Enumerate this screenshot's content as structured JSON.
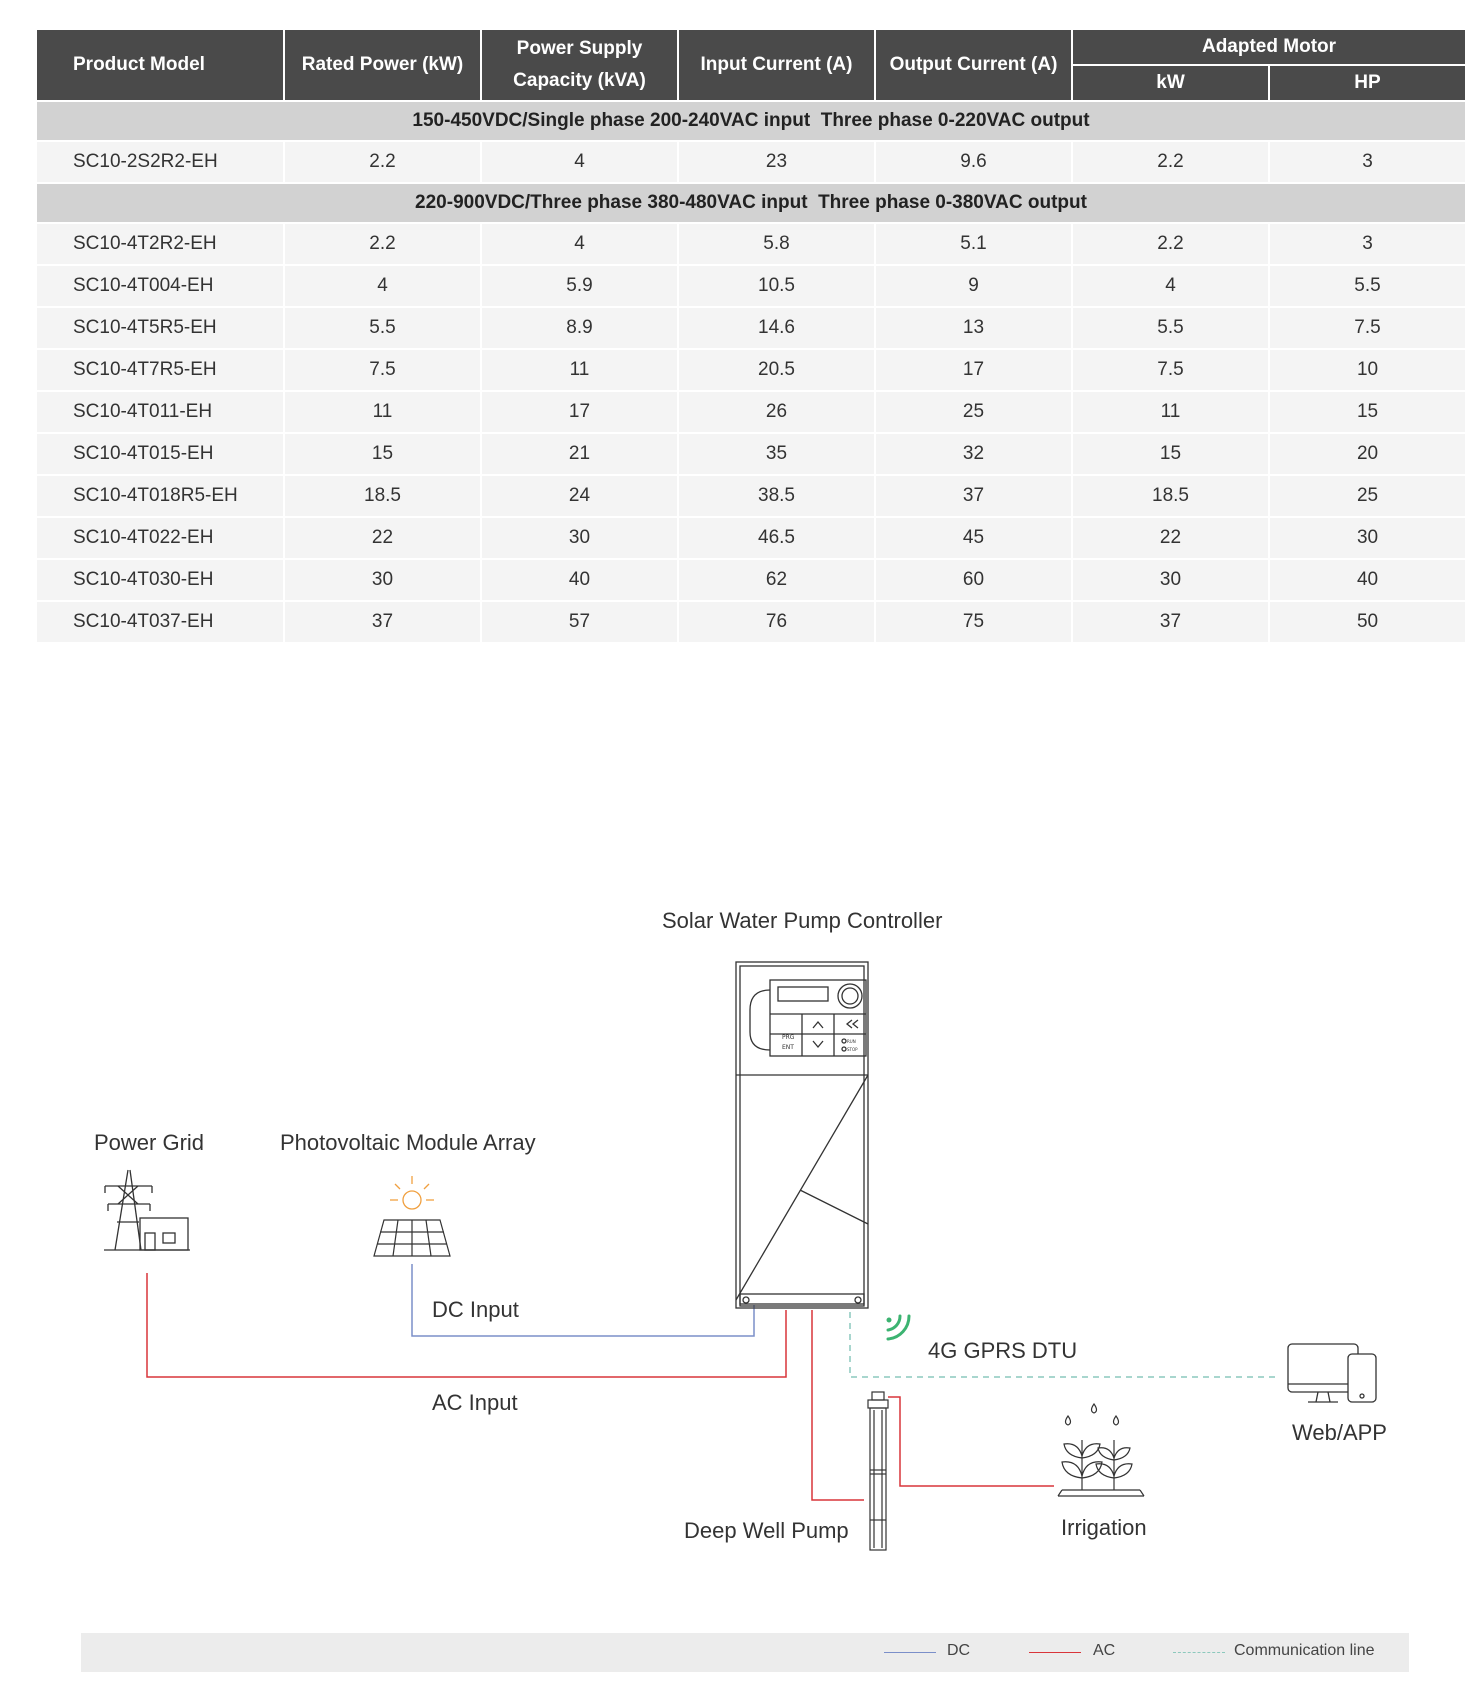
{
  "table": {
    "headers": {
      "product_model": "Product Model",
      "rated_power": "Rated Power (kW)",
      "power_supply_line1": "Power Supply",
      "power_supply_line2": "Capacity (kVA)",
      "input_current": "Input Current (A)",
      "output_current": "Output Current (A)",
      "adapted_motor": "Adapted Motor",
      "kw": "kW",
      "hp": "HP"
    },
    "sections": [
      {
        "title": "150-450VDC/Single phase 200-240VAC input  Three phase 0-220VAC output",
        "rows": [
          [
            "SC10-2S2R2-EH",
            "2.2",
            "4",
            "23",
            "9.6",
            "2.2",
            "3"
          ]
        ]
      },
      {
        "title": "220-900VDC/Three phase 380-480VAC input  Three phase 0-380VAC output",
        "rows": [
          [
            "SC10-4T2R2-EH",
            "2.2",
            "4",
            "5.8",
            "5.1",
            "2.2",
            "3"
          ],
          [
            "SC10-4T004-EH",
            "4",
            "5.9",
            "10.5",
            "9",
            "4",
            "5.5"
          ],
          [
            "SC10-4T5R5-EH",
            "5.5",
            "8.9",
            "14.6",
            "13",
            "5.5",
            "7.5"
          ],
          [
            "SC10-4T7R5-EH",
            "7.5",
            "11",
            "20.5",
            "17",
            "7.5",
            "10"
          ],
          [
            "SC10-4T011-EH",
            "11",
            "17",
            "26",
            "25",
            "11",
            "15"
          ],
          [
            "SC10-4T015-EH",
            "15",
            "21",
            "35",
            "32",
            "15",
            "20"
          ],
          [
            "SC10-4T018R5-EH",
            "18.5",
            "24",
            "38.5",
            "37",
            "18.5",
            "25"
          ],
          [
            "SC10-4T022-EH",
            "22",
            "30",
            "46.5",
            "45",
            "22",
            "30"
          ],
          [
            "SC10-4T030-EH",
            "30",
            "40",
            "62",
            "60",
            "30",
            "40"
          ],
          [
            "SC10-4T037-EH",
            "37",
            "57",
            "76",
            "75",
            "37",
            "50"
          ]
        ]
      }
    ]
  },
  "diagram": {
    "controller_title": "Solar Water Pump Controller",
    "keypad": {
      "prg": "PRG",
      "ent": "ENT",
      "run": "RUN",
      "stop": "STOP"
    },
    "power_grid": "Power Grid",
    "pv_array": "Photovoltaic Module Array",
    "dc_input": "DC Input",
    "ac_input": "AC Input",
    "dtu": "4G GPRS DTU",
    "web_app": "Web/APP",
    "pump": "Deep Well Pump",
    "irrigation": "Irrigation",
    "icons": [
      "power-grid-icon",
      "solar-panel-icon",
      "controller-icon",
      "wireless-signal-icon",
      "computer-phone-icon",
      "deep-well-pump-icon",
      "irrigation-plant-icon"
    ]
  },
  "legend": {
    "dc": "DC",
    "ac": "AC",
    "comm": "Communication line"
  },
  "colors": {
    "header_bg": "#4a4a4a",
    "section_bg": "#d2d2d2",
    "row_bg": "#f4f4f4",
    "dc_line": "#7b8fc9",
    "ac_line": "#d9353a",
    "comm_line": "#8cc9bd",
    "signal_green": "#3cb371",
    "sun_orange": "#f0a040"
  }
}
